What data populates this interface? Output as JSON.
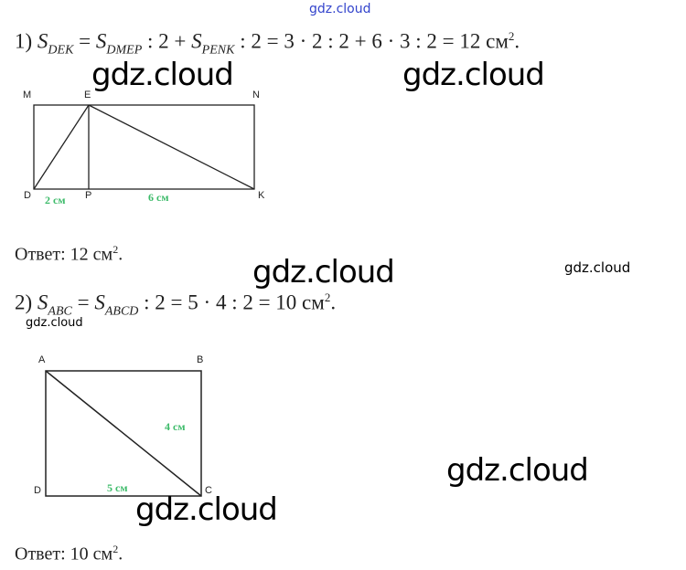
{
  "watermarks": {
    "top": "gdz.cloud",
    "big": "gdz.cloud",
    "small": "gdz.cloud"
  },
  "task1": {
    "number": "1)",
    "S": "S",
    "sub1": "DEK",
    "eq": " = ",
    "sub2": "DMEP",
    "div2": " : 2 + ",
    "sub3": "PENK",
    "rest": " : 2 = 3 · 2 : 2 + 6 · 3 : 2 = 12 см",
    "sup": "2",
    "end": ".",
    "figure": {
      "labels": {
        "M": "M",
        "E": "E",
        "N": "N",
        "D": "D",
        "P": "P",
        "K": "K"
      },
      "dp": "2 см",
      "pk": "6 см"
    },
    "answer": "Ответ: 12 см",
    "answer_sup": "2",
    "answer_end": "."
  },
  "task2": {
    "number": "2)",
    "S": "S",
    "sub1": "ABC",
    "eq": " = ",
    "sub2": "ABCD",
    "rest": " : 2 = 5 · 4 : 2 = 10 см",
    "sup": "2",
    "end": ".",
    "figure": {
      "labels": {
        "A": "A",
        "B": "B",
        "C": "C",
        "D": "D"
      },
      "bc": "4 см",
      "dc": "5 см"
    },
    "answer": "Ответ: 10 см",
    "answer_sup": "2",
    "answer_end": "."
  }
}
